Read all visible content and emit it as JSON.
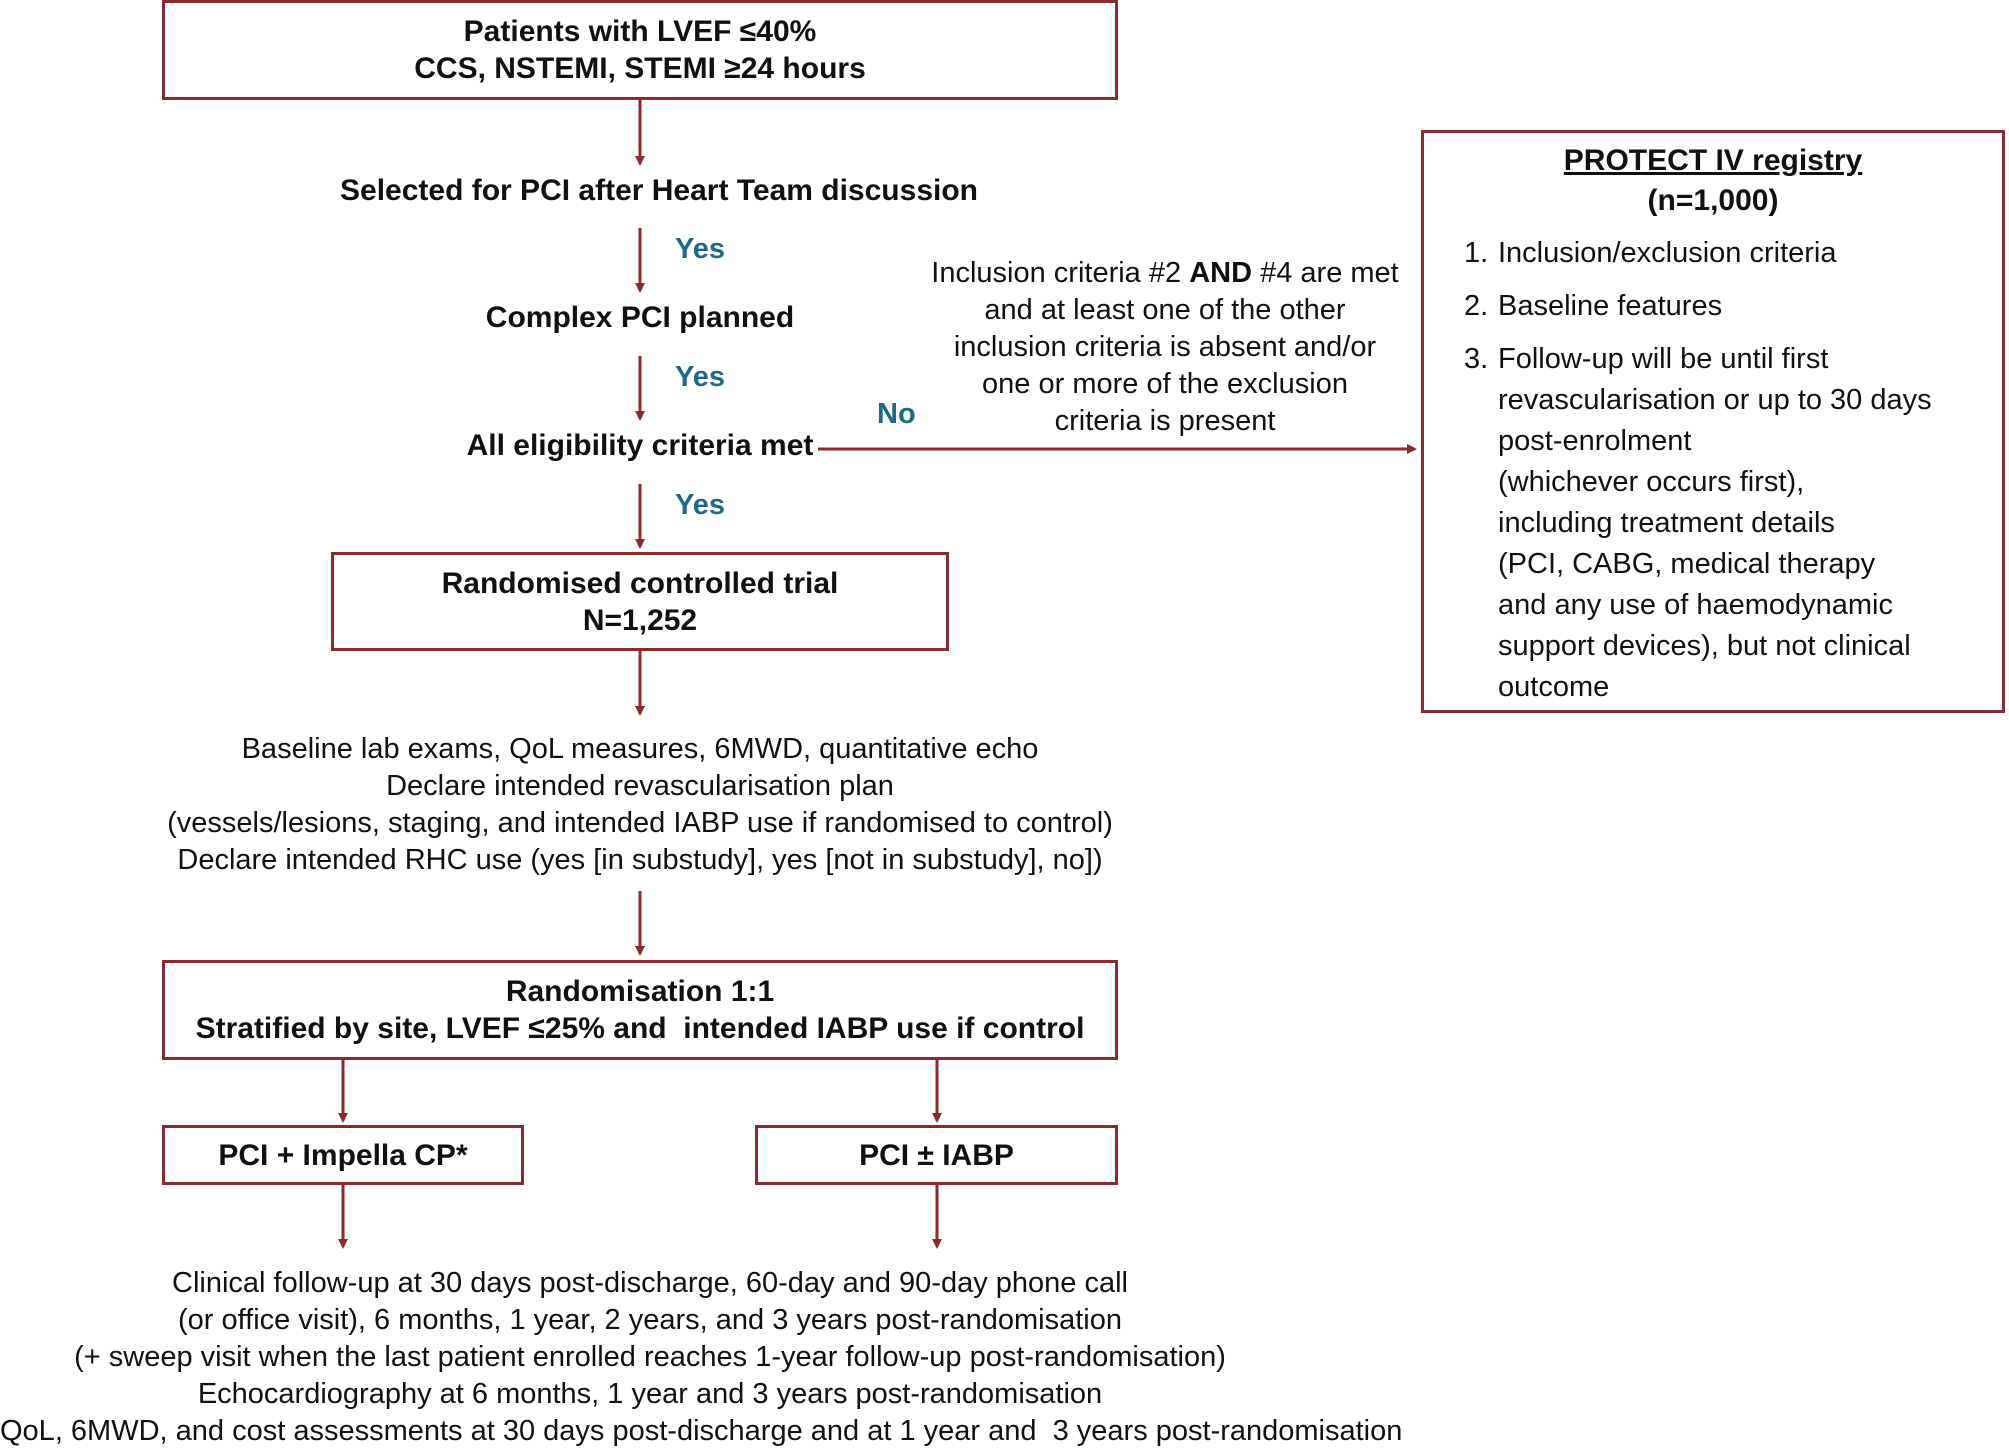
{
  "box_top": {
    "line1": "Patients with LVEF ≤40%",
    "line2": "CCS, NSTEMI, STEMI ≥24 hours"
  },
  "step_heart_team": "Selected for PCI after Heart Team discussion",
  "step_complex_pci": "Complex PCI planned",
  "step_eligibility": "All eligibility criteria met",
  "yes_label": "Yes",
  "no_label": "No",
  "registry_condition": {
    "line1_pre": "Inclusion criteria #2 ",
    "line1_bold": "AND",
    "line1_post": " #4 are met",
    "line2": "and at least one of the other",
    "line3": "inclusion criteria is absent and/or",
    "line4": "one or more of the exclusion",
    "line5": "criteria is present"
  },
  "registry": {
    "title": "PROTECT IV registry",
    "subtitle": "(n=1,000)",
    "items": [
      {
        "num": "1.",
        "lines": [
          "Inclusion/exclusion criteria"
        ]
      },
      {
        "num": "2.",
        "lines": [
          "Baseline features"
        ]
      },
      {
        "num": "3.",
        "lines": [
          "Follow-up will be until first",
          "revascularisation or up to 30 days",
          "post-enrolment",
          "(whichever occurs first),",
          "including treatment details",
          "(PCI, CABG, medical therapy",
          "and any use of haemodynamic",
          "support devices), but not clinical",
          "outcome"
        ]
      }
    ]
  },
  "box_rct": {
    "line1": "Randomised controlled trial",
    "line2": "N=1,252"
  },
  "baseline": {
    "line1": "Baseline lab exams, QoL measures, 6MWD, quantitative echo",
    "line2": "Declare intended revascularisation plan",
    "line3": "(vessels/lesions, staging, and intended IABP use if randomised to control)",
    "line4": "Declare intended RHC use (yes [in substudy], yes [not in substudy], no])"
  },
  "box_randomisation": {
    "line1": "Randomisation 1:1",
    "line2": "Stratified by site, LVEF ≤25% and  intended IABP use if control"
  },
  "box_impella": "PCI + Impella CP*",
  "box_iabp": "PCI ± IABP",
  "followup": {
    "line1": "Clinical follow-up at 30 days post-discharge, 60-day and 90-day phone call",
    "line2": "(or office visit), 6 months, 1 year, 2 years, and 3 years post-randomisation",
    "line3": "(+ sweep visit when the last patient enrolled reaches 1-year follow-up post-randomisation)",
    "line4": "Echocardiography at 6 months, 1 year and 3 years post-randomisation",
    "line5": "QoL, 6MWD, and cost assessments at 30 days post-discharge and at 1 year and  3 years post-randomisation"
  },
  "colors": {
    "border": "#8b2a2f",
    "arrow": "#8b2a2f",
    "yes_no": "#1e6a86",
    "text": "#111111"
  }
}
